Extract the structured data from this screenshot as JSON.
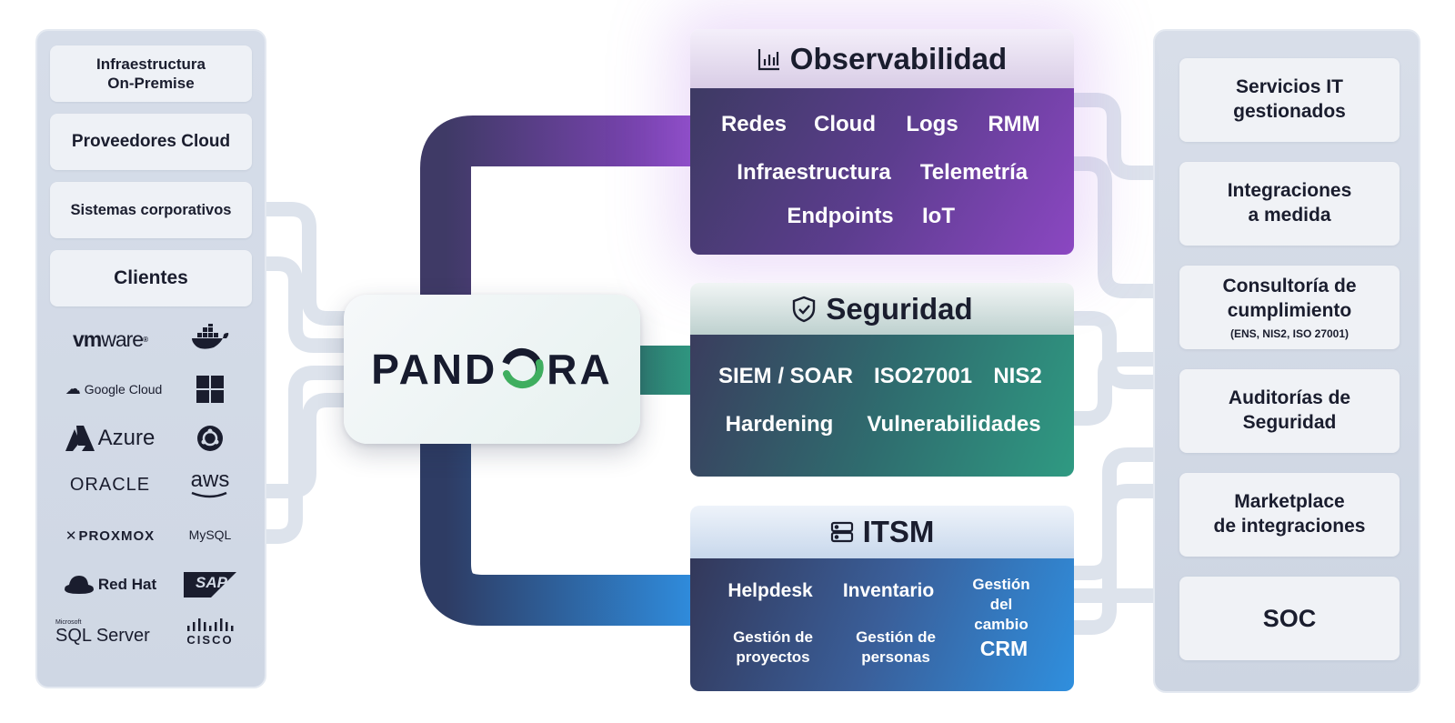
{
  "sources": {
    "boxes": [
      "Infraestructura\nOn-Premise",
      "Proveedores Cloud",
      "Sistemas corporativos",
      "Clientes"
    ],
    "logos": [
      "vmware",
      "docker-icon",
      "Google Cloud",
      "windows-icon",
      "Azure",
      "ubuntu-icon",
      "ORACLE",
      "aws",
      "PROXMOX",
      "MySQL",
      "Red Hat",
      "SAP",
      "SQL Server",
      "cisco"
    ],
    "logo_prefix": {
      "vm": "vm",
      "ware": "ware",
      "proxmox_x": "✕",
      "sql_small": "Microsoft",
      "sql_big": "SQL Server",
      "aws_txt": "aws",
      "sap_txt": "SAP",
      "cisco_txt": "CISCO"
    }
  },
  "center": {
    "brand_left": "PAND",
    "brand_right": "RA"
  },
  "modules": {
    "observabilidad": {
      "title": "Observabilidad",
      "icon": "bar-chart-icon",
      "items": [
        "Redes",
        "Cloud",
        "Logs",
        "RMM",
        "Infraestructura",
        "Telemetría",
        "Endpoints",
        "IoT"
      ]
    },
    "seguridad": {
      "title": "Seguridad",
      "icon": "shield-check-icon",
      "items": [
        "SIEM / SOAR",
        "ISO27001",
        "NIS2",
        "Hardening",
        "Vulnerabilidades"
      ]
    },
    "itsm": {
      "title": "ITSM",
      "icon": "server-icon",
      "items": [
        "Helpdesk",
        "Inventario",
        "Gestión\ndel cambio",
        "Gestión de\nproyectos",
        "Gestión de\npersonas",
        "CRM"
      ]
    }
  },
  "services": {
    "boxes": [
      {
        "title": "Servicios IT\ngestionados",
        "sub": ""
      },
      {
        "title": "Integraciones\na medida",
        "sub": ""
      },
      {
        "title": "Consultoría de\ncumplimiento",
        "sub": "(ENS, NIS2, ISO 27001)"
      },
      {
        "title": "Auditorías de\nSeguridad",
        "sub": ""
      },
      {
        "title": "Marketplace\nde integraciones",
        "sub": ""
      },
      {
        "title": "SOC",
        "sub": ""
      }
    ]
  },
  "colors": {
    "observabilidad": "#8b47c2",
    "seguridad": "#2f9a82",
    "itsm": "#2f8fde",
    "pandora_accent": "#3fae5f",
    "panel": "#d3dae6"
  }
}
